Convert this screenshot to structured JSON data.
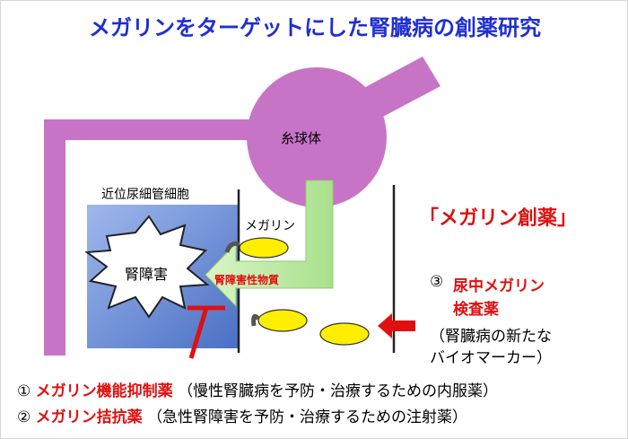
{
  "title": "メガリンをターゲットにした腎臓病の創薬研究",
  "labels": {
    "cell": "近位尿細管細胞",
    "glomerulus": "糸球体",
    "megalin": "メガリン",
    "damage": "腎障害",
    "toxic_substance": "腎障害性物質",
    "megalin_drug": "「メガリン創薬」"
  },
  "item3": {
    "number": "③",
    "line1": "尿中メガリン",
    "line2": "検査薬",
    "line3": "（腎臓病の新たな",
    "line4": "バイオマーカー）"
  },
  "items": [
    {
      "number": "①",
      "name": "メガリン機能抑制薬",
      "desc": "（慢性腎臓病を予防・治療するための内服薬）"
    },
    {
      "number": "②",
      "name": "メガリン拮抗薬",
      "desc": "（急性腎障害を予防・治療するための注射薬）"
    }
  ],
  "colors": {
    "title": "#1f2fd0",
    "tubule": "#c774c7",
    "cell_blue": "#6b8fd6",
    "green_arrow": "#c9f0b3",
    "megalin_yellow": "#ffee00",
    "red": "#e01010"
  }
}
